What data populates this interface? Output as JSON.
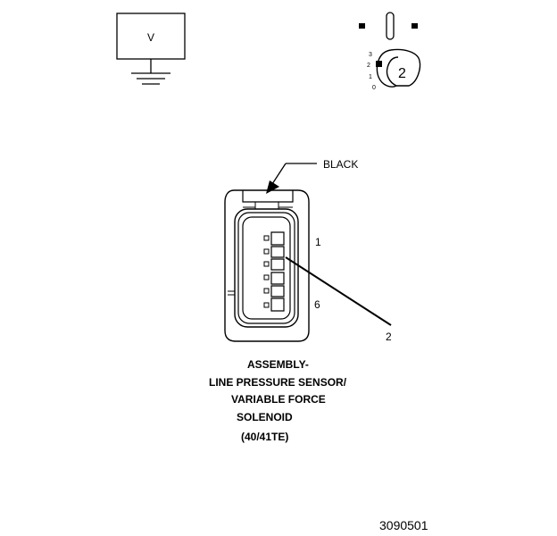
{
  "meter_symbol": {
    "label": "V"
  },
  "key_icon": {
    "number": "2",
    "pos_labels": [
      "3",
      "2",
      "1",
      "0"
    ]
  },
  "connector": {
    "wire_color_label": "BLACK",
    "pin_first_label": "1",
    "pin_last_label": "6",
    "callout_number": "2"
  },
  "title_lines": [
    "ASSEMBLY-",
    "LINE PRESSURE SENSOR/",
    "VARIABLE FORCE",
    "SOLENOID",
    "(40/41TE)"
  ],
  "figure_id": "3090501"
}
